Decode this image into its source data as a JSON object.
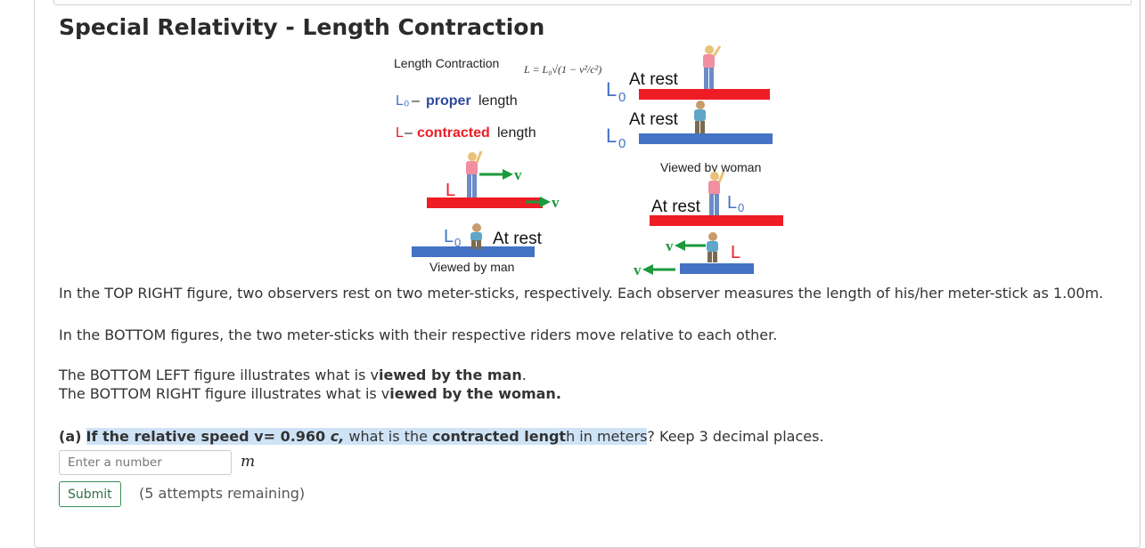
{
  "title": "Special Relativity - Length Contraction",
  "figure": {
    "heading": "Length Contraction",
    "formula": "L = L₀√(1 − v²/c²)",
    "l0_symbol": "L₀",
    "l0_dash": "–",
    "l0_word_colored": "proper",
    "l0_word": "length",
    "l_symbol": "L",
    "l_dash": "–",
    "l_word_colored": "contracted",
    "l_word": "length",
    "at_rest": "At rest",
    "lo_label": "L",
    "lo_sub": "0",
    "l_label": "L",
    "v": "v",
    "viewed_by_man": "Viewed by man",
    "viewed_by_woman": "Viewed by woman",
    "colors": {
      "red": "#ee1c25",
      "blue": "#4472c4",
      "green": "#1a9a3c",
      "navy": "#2e4a9e"
    }
  },
  "paragraphs": {
    "p1": "In the TOP RIGHT figure, two observers rest on two meter-sticks, respectively. Each observer measures the length of his/her meter-stick as 1.00m.",
    "p2": "In the BOTTOM figures, the two meter-sticks with their respective riders  move relative to each other.",
    "p3a": "The BOTTOM LEFT figure illustrates what is v",
    "p3b": "iewed by the man",
    "p3c": ".",
    "p4a": "The BOTTOM RIGHT figure illustrates what is v",
    "p4b": "iewed by the woman."
  },
  "question": {
    "label": "(a)",
    "h1": "If the relative speed v= 0.960 ",
    "h2": "c,",
    "h3": " what is the ",
    "h4": "contracted lengt",
    "h5": "h in meters",
    "tail": "? Keep 3 decimal places."
  },
  "answer": {
    "placeholder": "Enter a number",
    "unit": "m"
  },
  "submit_label": "Submit",
  "attempts": "(5 attempts remaining)"
}
